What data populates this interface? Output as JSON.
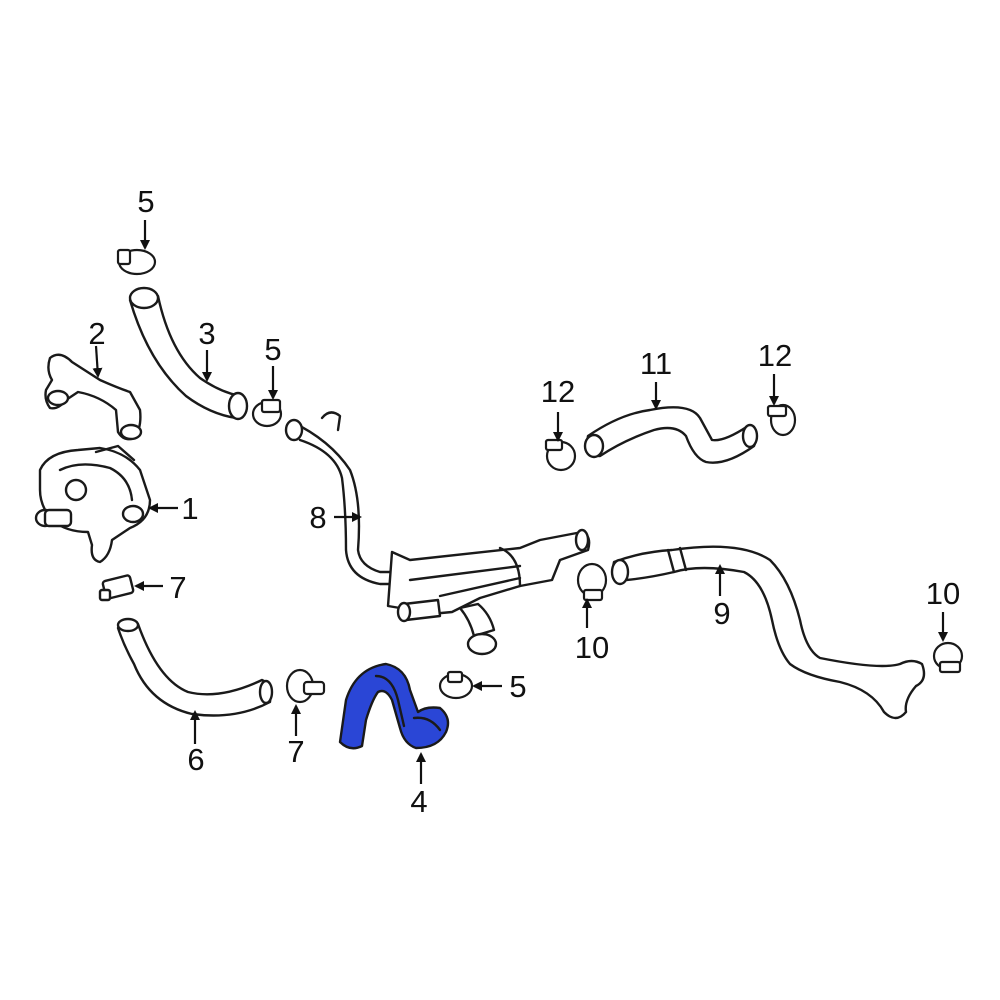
{
  "diagram": {
    "highlight_color": "#2a46d6",
    "callouts": {
      "c1": "1",
      "c2": "2",
      "c3": "3",
      "c4": "4",
      "c5a": "5",
      "c5b": "5",
      "c5c": "5",
      "c6": "6",
      "c7a": "7",
      "c7b": "7",
      "c8": "8",
      "c9": "9",
      "c10a": "10",
      "c10b": "10",
      "c11": "11",
      "c12a": "12",
      "c12b": "12"
    }
  }
}
